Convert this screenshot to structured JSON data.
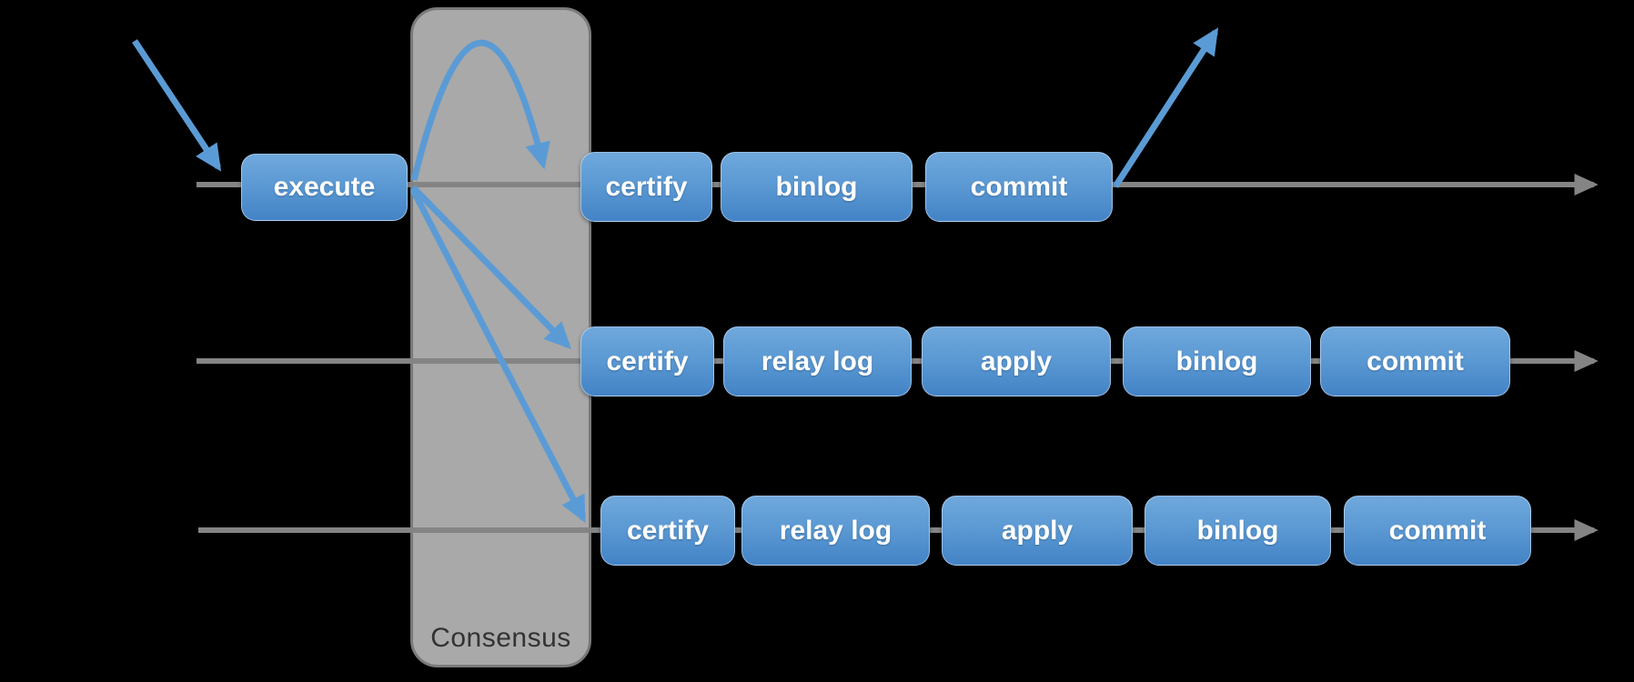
{
  "diagram": {
    "consensus": {
      "label": "Consensus"
    },
    "rows": [
      {
        "boxes": [
          {
            "label": "execute"
          },
          {
            "label": "certify"
          },
          {
            "label": "binlog"
          },
          {
            "label": "commit"
          }
        ]
      },
      {
        "boxes": [
          {
            "label": "certify"
          },
          {
            "label": "relay log"
          },
          {
            "label": "apply"
          },
          {
            "label": "binlog"
          },
          {
            "label": "commit"
          }
        ]
      },
      {
        "boxes": [
          {
            "label": "certify"
          },
          {
            "label": "relay log"
          },
          {
            "label": "apply"
          },
          {
            "label": "binlog"
          },
          {
            "label": "commit"
          }
        ]
      }
    ],
    "colors": {
      "node_top": "#6fa8dc",
      "node_bottom": "#4383c6",
      "arrow_blue": "#5b9bd5",
      "line_gray": "#848484",
      "consensus_fill": "#a9a9a9",
      "consensus_border": "#7a7a7a",
      "background": "#000000",
      "consensus_text": "#333333",
      "node_text": "#ffffff"
    }
  }
}
